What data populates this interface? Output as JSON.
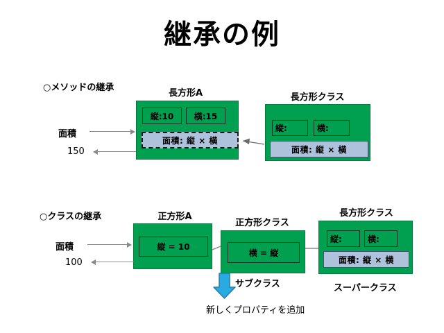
{
  "slide": {
    "title": "継承の例",
    "background": "#ffffff"
  },
  "colors": {
    "box_fill": "#00A050",
    "box_border": "#0a7a3c",
    "method_fill": "#AEC2DC",
    "method_border": "#41566e",
    "arrow_blue": "#29ABE2",
    "arrow_blue_outline": "#1b7fb5",
    "connector_gray": "#8a8a8a",
    "text": "#000000"
  },
  "section1": {
    "heading": "○メソッドの継承",
    "input_label": "面積",
    "output_value": "150",
    "instance": {
      "caption": "長方形A",
      "properties": [
        "縦:10",
        "横:15"
      ],
      "method": "面積:  縦  ×  横"
    },
    "klass": {
      "caption": "長方形クラス",
      "properties": [
        "縦:",
        "横:"
      ],
      "method": "面積:  縦  ×  横"
    }
  },
  "section2": {
    "heading": "○クラスの継承",
    "input_label": "面積",
    "output_value": "100",
    "instance": {
      "caption": "正方形A",
      "property": "縦  =  10"
    },
    "subclass": {
      "caption": "正方形クラス",
      "property": "横  =  縦",
      "badge": "サブクラス",
      "note": "新しくプロパティを追加"
    },
    "superclass": {
      "caption": "長方形クラス",
      "properties": [
        "縦:",
        "横:"
      ],
      "method": "面積:  縦  ×  横",
      "badge": "スーパークラス"
    }
  }
}
